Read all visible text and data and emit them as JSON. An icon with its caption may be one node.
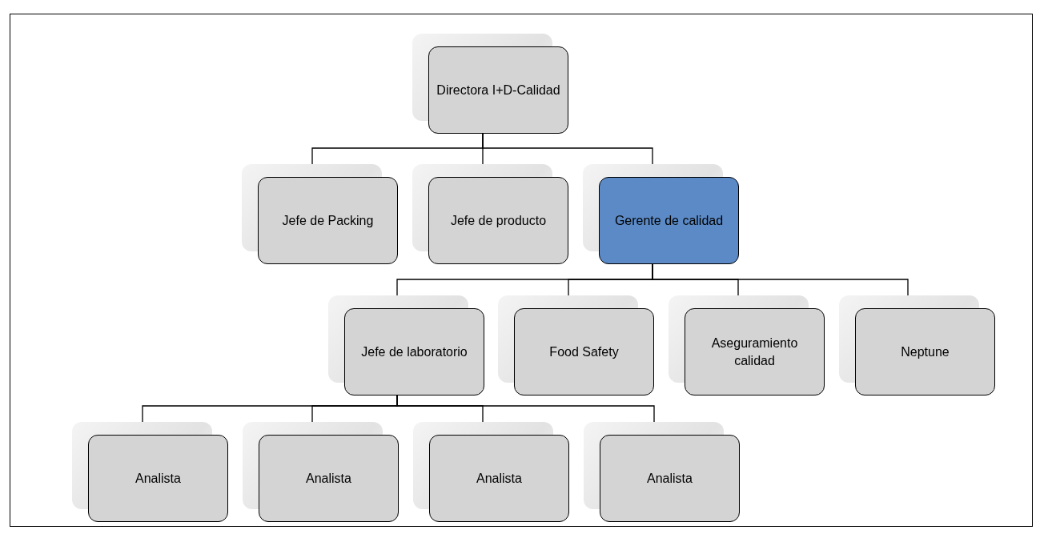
{
  "diagram": {
    "nodes": [
      {
        "text": [
          "Directora I+D-Calidad"
        ]
      },
      {
        "text": [
          "Jefe de Packing"
        ]
      },
      {
        "text": [
          "Jefe de producto"
        ]
      },
      {
        "text": [
          "Gerente de calidad"
        ]
      },
      {
        "text": [
          "Jefe de laboratorio"
        ]
      },
      {
        "text": [
          "Food Safety"
        ]
      },
      {
        "text": [
          "Aseguramiento calidad"
        ]
      },
      {
        "text": [
          "Neptune"
        ]
      },
      {
        "text": [
          "Analista"
        ]
      },
      {
        "text": [
          "Analista"
        ]
      },
      {
        "text": [
          "Analista"
        ]
      },
      {
        "text": [
          "Analista"
        ]
      }
    ],
    "edges": [
      {
        "from": 0,
        "to": 1,
        "arrow": "none"
      },
      {
        "from": 0,
        "to": 2,
        "arrow": "none"
      },
      {
        "from": 0,
        "to": 3,
        "arrow": "none"
      },
      {
        "from": 3,
        "to": 4,
        "arrow": "none"
      },
      {
        "from": 3,
        "to": 5,
        "arrow": "none"
      },
      {
        "from": 3,
        "to": 6,
        "arrow": "none"
      },
      {
        "from": 3,
        "to": 7,
        "arrow": "none"
      },
      {
        "from": 4,
        "to": 8,
        "arrow": "none"
      },
      {
        "from": 4,
        "to": 9,
        "arrow": "none"
      },
      {
        "from": 4,
        "to": 10,
        "arrow": "none"
      },
      {
        "from": 4,
        "to": 11,
        "arrow": "none"
      }
    ]
  }
}
